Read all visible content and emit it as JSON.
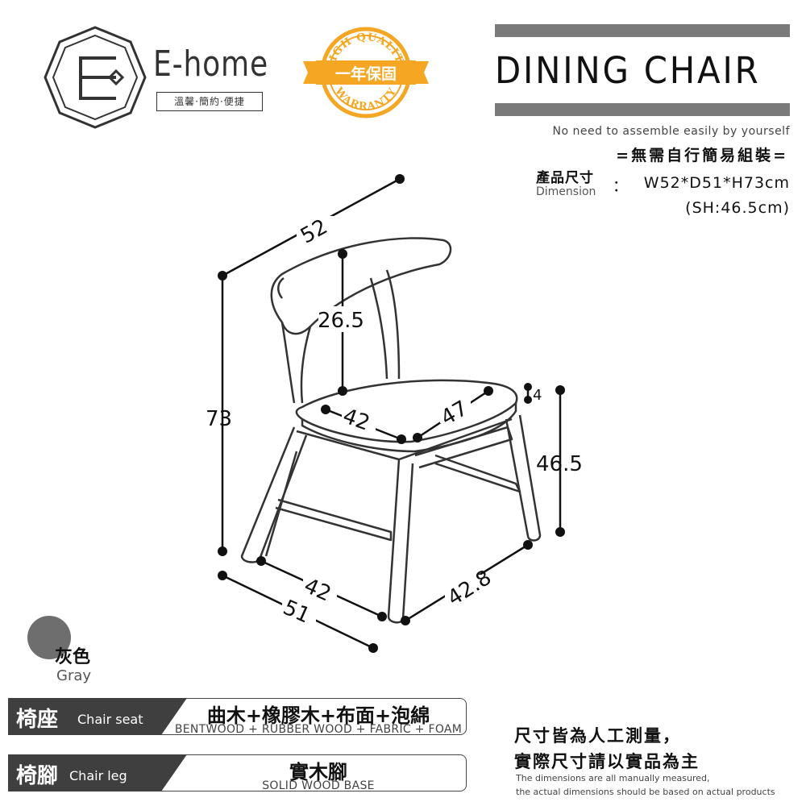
{
  "brand": {
    "name": "E-home",
    "tagline": "溫馨·簡約·便捷"
  },
  "badge": {
    "top_text": "HIGH QUALITY",
    "center_text": "一年保固",
    "bottom_text": "WARRANTY",
    "color": "#f5a623"
  },
  "header": {
    "title": "DINING CHAIR"
  },
  "info": {
    "assemble_en": "No need to assemble easily by yourself",
    "assemble_zh": "=無需自行簡易組裝=",
    "dimension_label_zh": "產品尺寸",
    "dimension_label_en": "Dimension",
    "dimension_colon": "：",
    "dimension_value": "W52*D51*H73cm",
    "seat_height": "(SH:46.5cm)"
  },
  "dimensions": {
    "width_top": "52",
    "height_total": "73",
    "backrest_height": "26.5",
    "seat_width": "42",
    "seat_depth": "47",
    "seat_thickness": "4",
    "seat_height": "46.5",
    "base_width": "42",
    "base_depth": "42.8",
    "depth_total": "51"
  },
  "color_option": {
    "name_zh": "灰色",
    "name_en": "Gray",
    "hex": "#6e6e6e"
  },
  "specs": [
    {
      "label_zh": "椅座",
      "label_en": "Chair seat",
      "value_zh": "曲木+橡膠木+布面+泡綿",
      "value_en": "BENTWOOD + RUBBER WOOD + FABRIC + FOAM"
    },
    {
      "label_zh": "椅腳",
      "label_en": "Chair leg",
      "value_zh": "實木腳",
      "value_en": "SOLID WOOD BASE"
    }
  ],
  "note": {
    "zh_line1": "尺寸皆為人工測量，",
    "zh_line2": "實際尺寸請以實品為主",
    "en_line1": "The dimensions are all manually measured,",
    "en_line2": "the actual dimensions should be based on actual products"
  }
}
